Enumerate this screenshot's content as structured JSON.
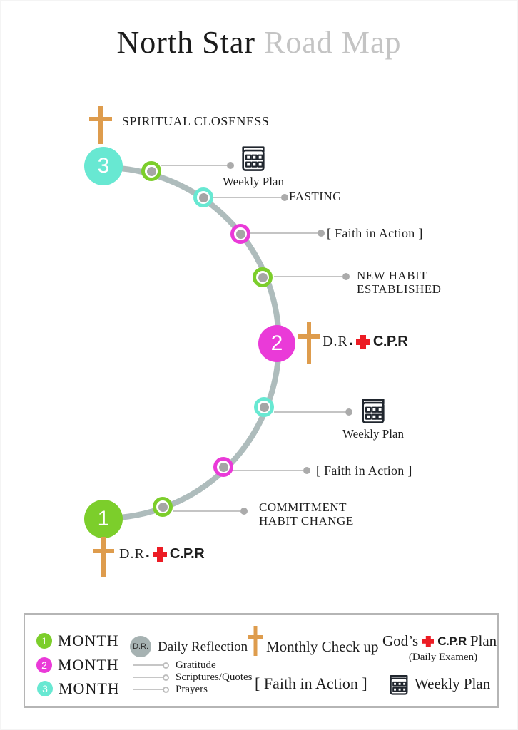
{
  "title": {
    "primary": "North Star",
    "secondary": "Road Map"
  },
  "spiritual_closeness": "SPIRITUAL CLOSENESS",
  "cpr_row": {
    "dr": "D.R",
    "dot": ".",
    "cpr": "C.P.R"
  },
  "month_nodes": [
    {
      "number": "3",
      "color": "#68E8D2"
    },
    {
      "number": "2",
      "color": "#EA3AD8"
    },
    {
      "number": "1",
      "color": "#7CCE2B"
    }
  ],
  "stations": [
    {
      "ring": "green",
      "icon": "calendar",
      "label": "Weekly Plan"
    },
    {
      "ring": "teal",
      "label": "FASTING"
    },
    {
      "ring": "magenta",
      "label": "[ Faith in Action ]"
    },
    {
      "ring": "green",
      "lines": [
        "NEW HABIT",
        "ESTABLISHED"
      ]
    },
    {
      "ring": "teal",
      "icon": "calendar",
      "label": "Weekly Plan"
    },
    {
      "ring": "magenta",
      "label": "[ Faith in Action ]"
    },
    {
      "ring": "green",
      "lines": [
        "COMMITMENT",
        "HABIT CHANGE"
      ]
    }
  ],
  "legend": {
    "months": [
      {
        "number": "1",
        "label": "MONTH",
        "color": "#7CCE2B"
      },
      {
        "number": "2",
        "label": "MONTH",
        "color": "#EA3AD8"
      },
      {
        "number": "3",
        "label": "MONTH",
        "color": "#68E8D2"
      }
    ],
    "daily_reflection": {
      "abbr": "D.R.",
      "label": "Daily Reflection",
      "items": [
        "Gratitude",
        "Scriptures/Quotes",
        "Prayers"
      ]
    },
    "monthly_checkup": "Monthly Check up",
    "faith_in_action": "[ Faith in Action ]",
    "gods_plan": {
      "prefix": "God’s",
      "cpr": "C.P.R",
      "suffix": "Plan",
      "subtitle": "(Daily Examen)"
    },
    "weekly_plan": "Weekly Plan"
  },
  "colors": {
    "green": "#7CCE2B",
    "magenta": "#EA3AD8",
    "teal": "#68E8D2",
    "path": "#AEBCBC",
    "connector": "#C4C4C4",
    "dot": "#ABABAB",
    "cross_orange": "#DE9C4D",
    "cpr_red": "#EC1C24",
    "title_gray": "#C4C4C4"
  }
}
